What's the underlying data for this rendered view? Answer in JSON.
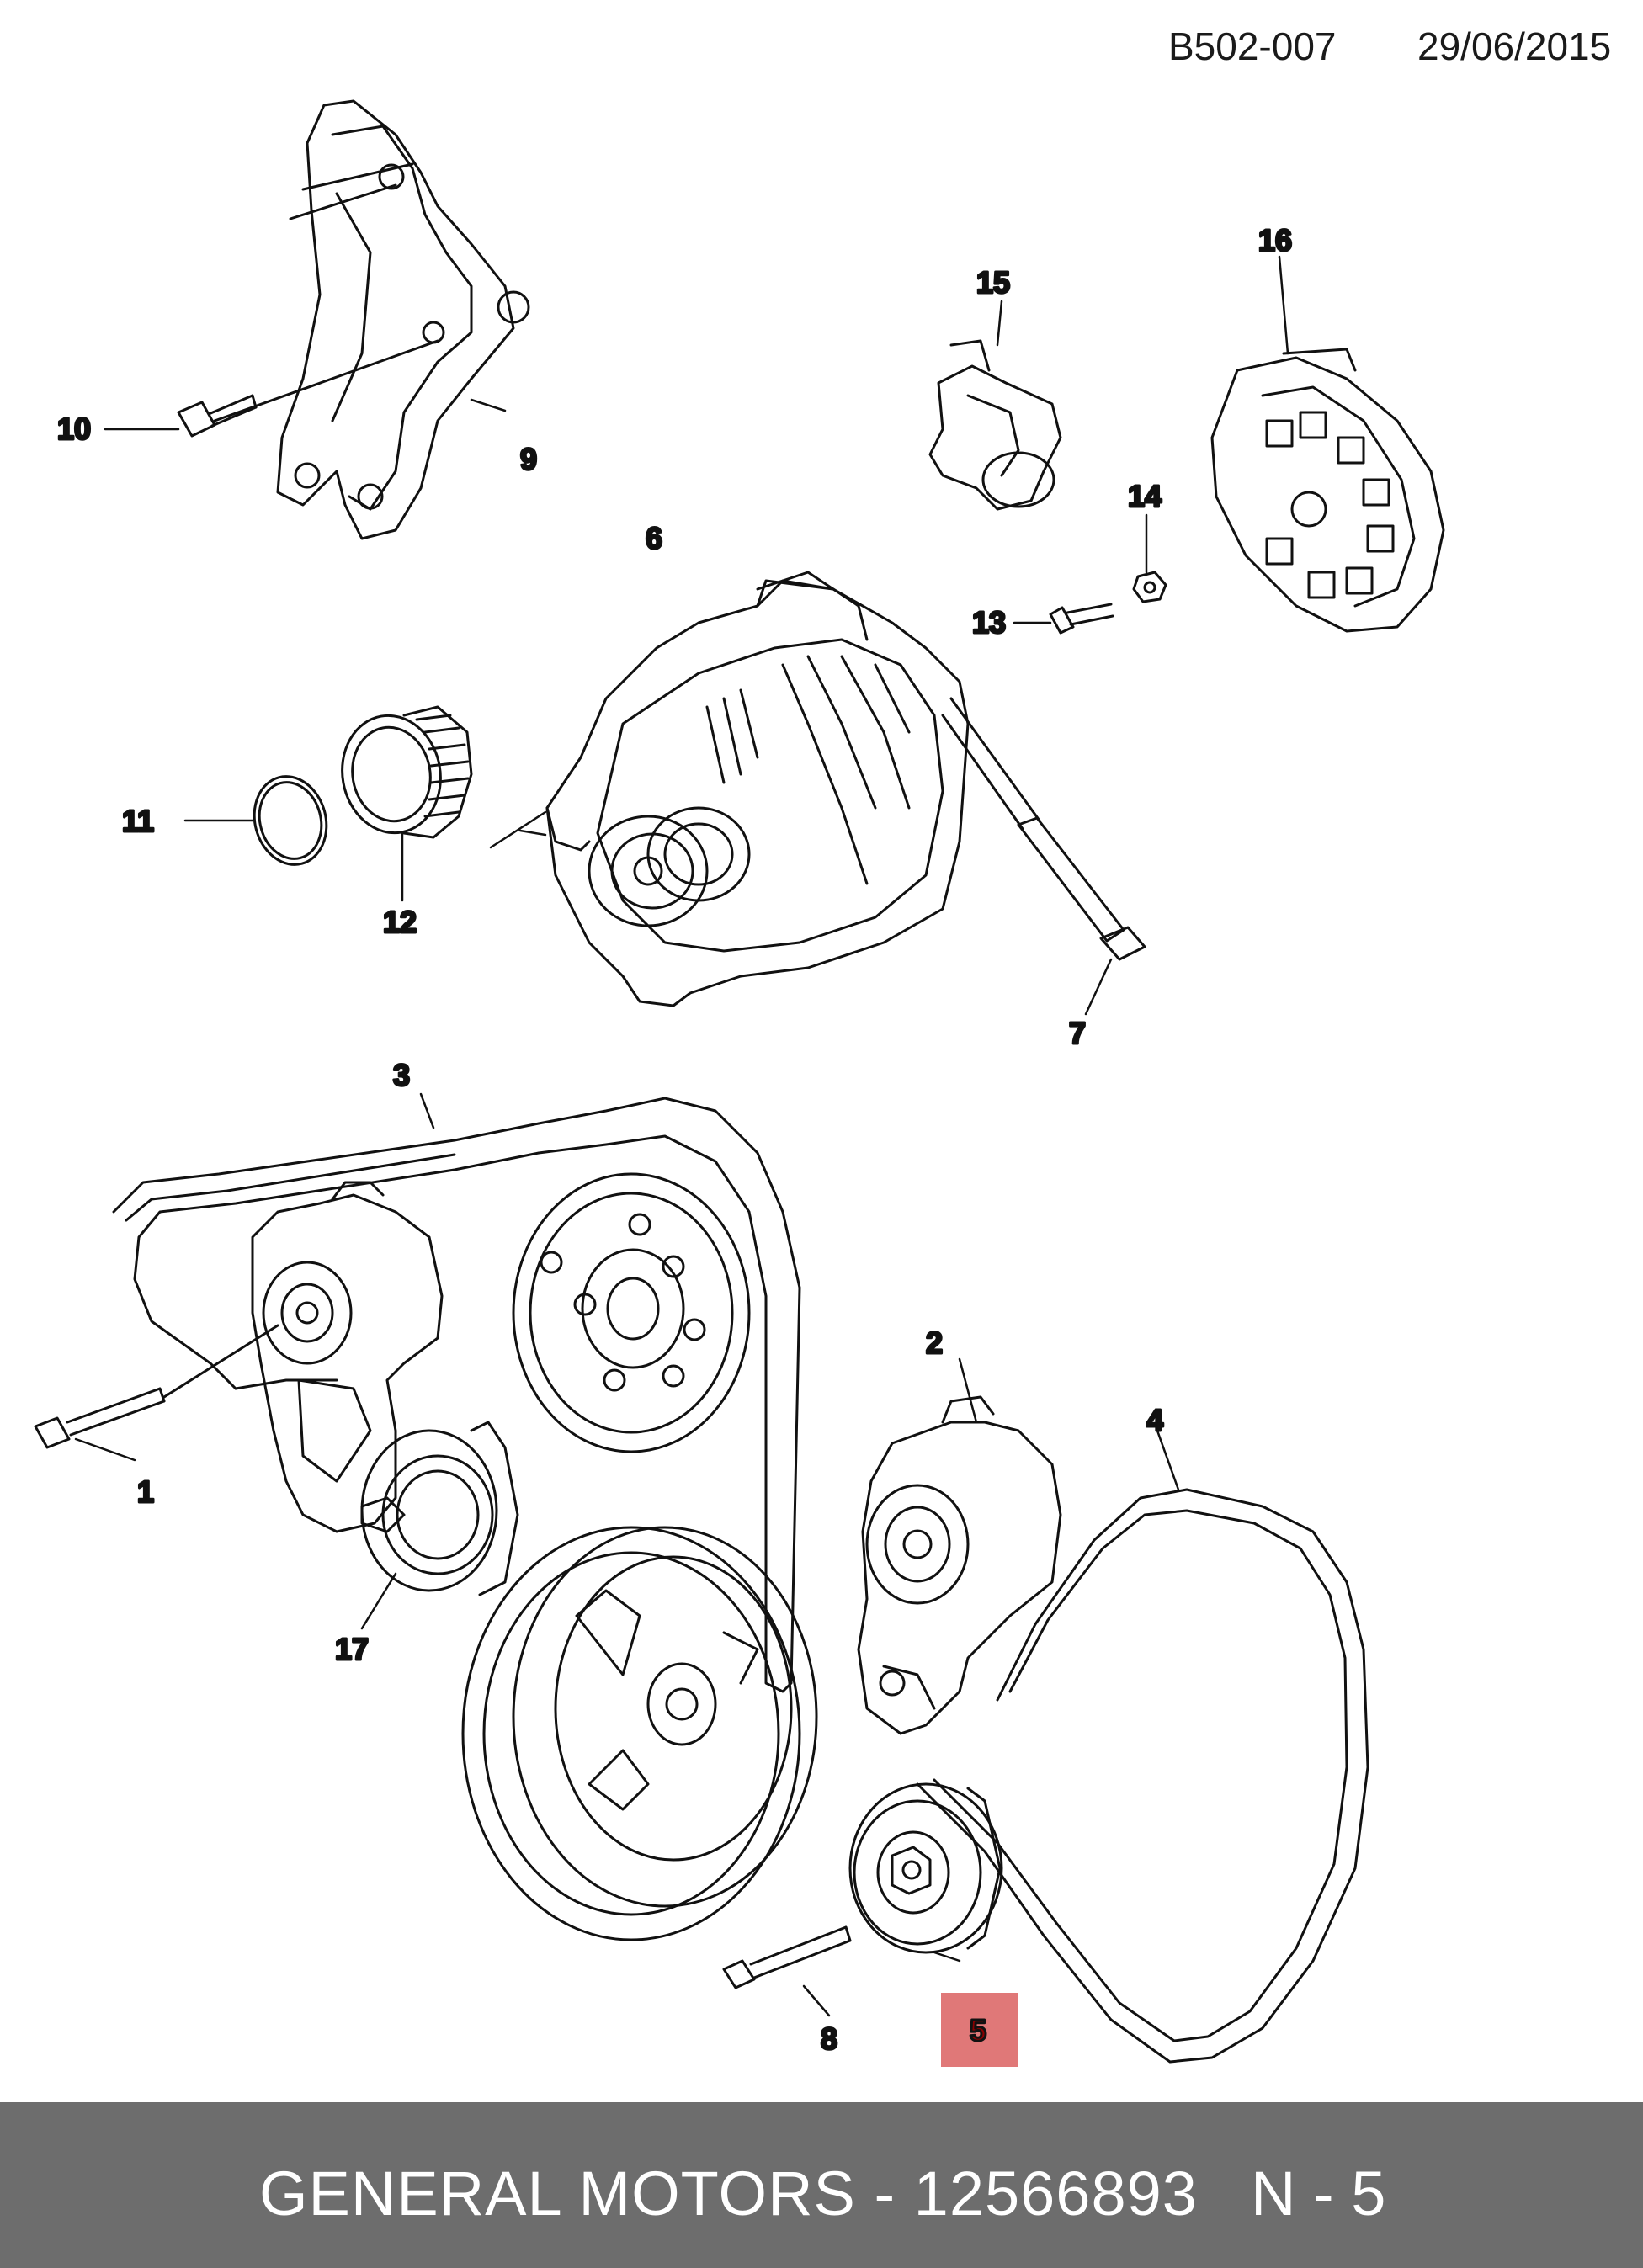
{
  "header": {
    "code": "B502-007",
    "date": "29/06/2015"
  },
  "callouts": [
    {
      "id": "c1",
      "label": "1"
    },
    {
      "id": "c2",
      "label": "2"
    },
    {
      "id": "c3",
      "label": "3"
    },
    {
      "id": "c4",
      "label": "4"
    },
    {
      "id": "c5",
      "label": "5",
      "highlighted": true
    },
    {
      "id": "c6",
      "label": "6"
    },
    {
      "id": "c7",
      "label": "7"
    },
    {
      "id": "c8",
      "label": "8"
    },
    {
      "id": "c9",
      "label": "9"
    },
    {
      "id": "c10",
      "label": "10"
    },
    {
      "id": "c11",
      "label": "11"
    },
    {
      "id": "c12",
      "label": "12"
    },
    {
      "id": "c13",
      "label": "13"
    },
    {
      "id": "c14",
      "label": "14"
    },
    {
      "id": "c15",
      "label": "15"
    },
    {
      "id": "c16",
      "label": "16"
    },
    {
      "id": "c17",
      "label": "17"
    }
  ],
  "footer": {
    "title": "GENERAL MOTORS - 12566893",
    "ref": "N - 5"
  },
  "colors": {
    "line": "#111111",
    "highlight": "#e07878",
    "footer_bg": "#6d6d6d",
    "footer_text": "#ffffff"
  }
}
